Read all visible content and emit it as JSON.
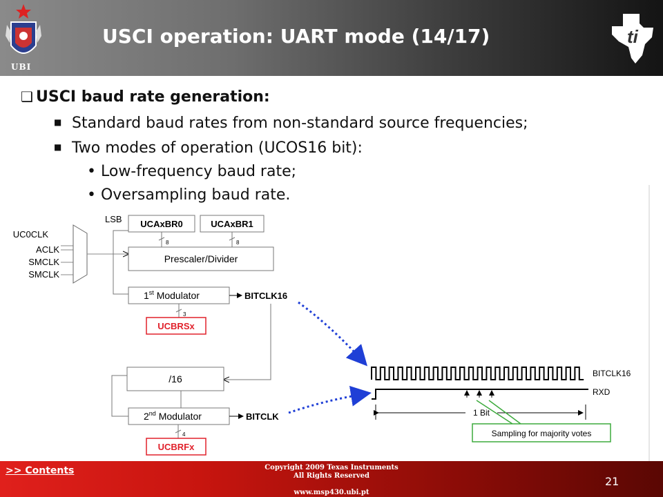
{
  "header": {
    "logo_text": "UBI",
    "title": "USCI operation: UART mode (14/17)"
  },
  "content": {
    "heading": "USCI baud rate generation:",
    "items": [
      "Standard baud rates from non-standard source frequencies;",
      "Two modes of operation (UCOS16 bit):"
    ],
    "subitems": [
      "Low-frequency baud rate;",
      "Oversampling baud rate."
    ]
  },
  "diagram": {
    "inputs": [
      "UC0CLK",
      "ACLK",
      "SMCLK",
      "SMCLK"
    ],
    "lsb": "LSB",
    "registers": [
      "UCAxBR0",
      "UCAxBR1"
    ],
    "bus_widths": [
      "8",
      "8",
      "3",
      "4"
    ],
    "prescaler": "Prescaler/Divider",
    "modulator1": "Modulator",
    "modulator1_prefix": "1",
    "modulator1_sup": "st",
    "modulator2": "Modulator",
    "modulator2_prefix": "2",
    "modulator2_sup": "nd",
    "ucbrs": "UCBRSx",
    "divider": "/16",
    "ucbrf": "UCBRFx",
    "bitclk16_out": "BITCLK16",
    "bitclk_out": "BITCLK",
    "wave_bitclk16": "BITCLK16",
    "wave_rxd": "RXD",
    "one_bit": "1 Bit",
    "sampling": "Sampling for majority votes",
    "colors": {
      "red": "#e0202a",
      "blue": "#1f3fd6",
      "green": "#3caa3c"
    }
  },
  "footer": {
    "contents_link": ">> Contents",
    "copyright_1": "Copyright  2009 Texas Instruments",
    "copyright_2": "All Rights Reserved",
    "website": "www.msp430.ubi.pt",
    "page": "21"
  }
}
